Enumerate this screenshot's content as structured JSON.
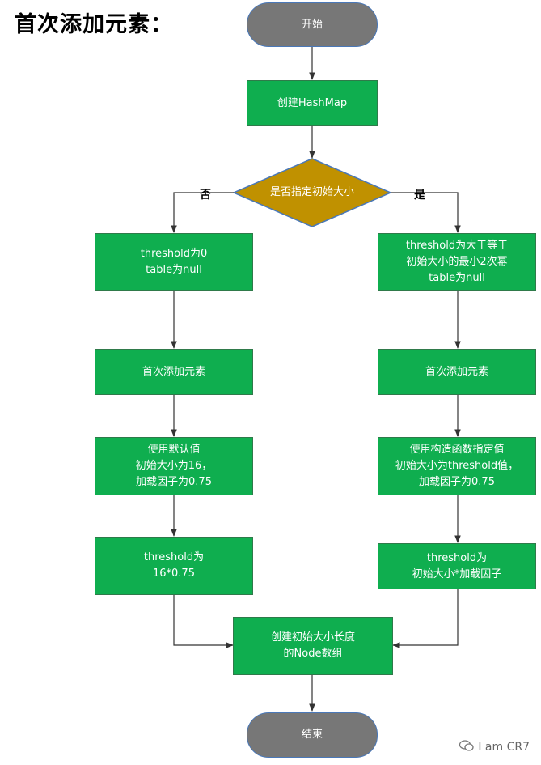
{
  "title": "首次添加元素：",
  "colors": {
    "process": "#0fae4f",
    "decision": "#c09100",
    "terminal": "#777777",
    "terminal_border": "#4a78b8",
    "arrow": "#333333"
  },
  "nodes": {
    "start": "开始",
    "create_hashmap": "创建HashMap",
    "decision": "是否指定初始大小",
    "left_init": "threshold为0\ntable为null",
    "right_init": "threshold为大于等于\n初始大小的最小2次幂\ntable为null",
    "left_first_add": "首次添加元素",
    "right_first_add": "首次添加元素",
    "left_default": "使用默认值\n初始大小为16，\n加载因子为0.75",
    "right_specified": "使用构造函数指定值\n初始大小为threshold值，\n加载因子为0.75",
    "left_threshold": "threshold为\n16*0.75",
    "right_threshold": "threshold为\n初始大小*加载因子",
    "create_array": "创建初始大小长度\n的Node数组",
    "end": "结束"
  },
  "labels": {
    "no": "否",
    "yes": "是"
  },
  "watermark": {
    "text": "I am CR7",
    "icon": "chat-bubble-icon"
  }
}
